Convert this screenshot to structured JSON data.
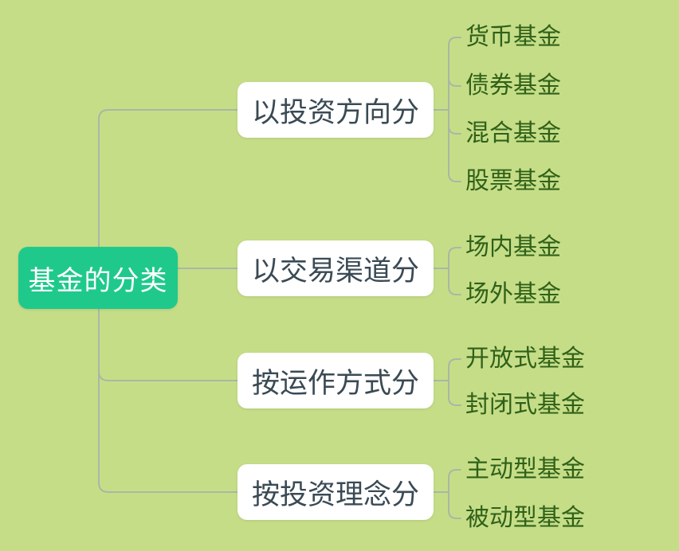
{
  "colors": {
    "background": "#c6dd88",
    "root_bg": "#1fc98c",
    "root_text": "#ffffff",
    "branch_bg": "#ffffff",
    "branch_text": "#3a4a54",
    "leaf_text": "#2f6118",
    "line": "#a8b8a4"
  },
  "root": {
    "label": "基金的分类"
  },
  "branches": [
    {
      "label": "以投资方向分",
      "children": [
        {
          "label": "货币基金"
        },
        {
          "label": "债券基金"
        },
        {
          "label": "混合基金"
        },
        {
          "label": "股票基金"
        }
      ]
    },
    {
      "label": "以交易渠道分",
      "children": [
        {
          "label": "场内基金"
        },
        {
          "label": "场外基金"
        }
      ]
    },
    {
      "label": "按运作方式分",
      "children": [
        {
          "label": "开放式基金"
        },
        {
          "label": "封闭式基金"
        }
      ]
    },
    {
      "label": "按投资理念分",
      "children": [
        {
          "label": "主动型基金"
        },
        {
          "label": "被动型基金"
        }
      ]
    }
  ]
}
